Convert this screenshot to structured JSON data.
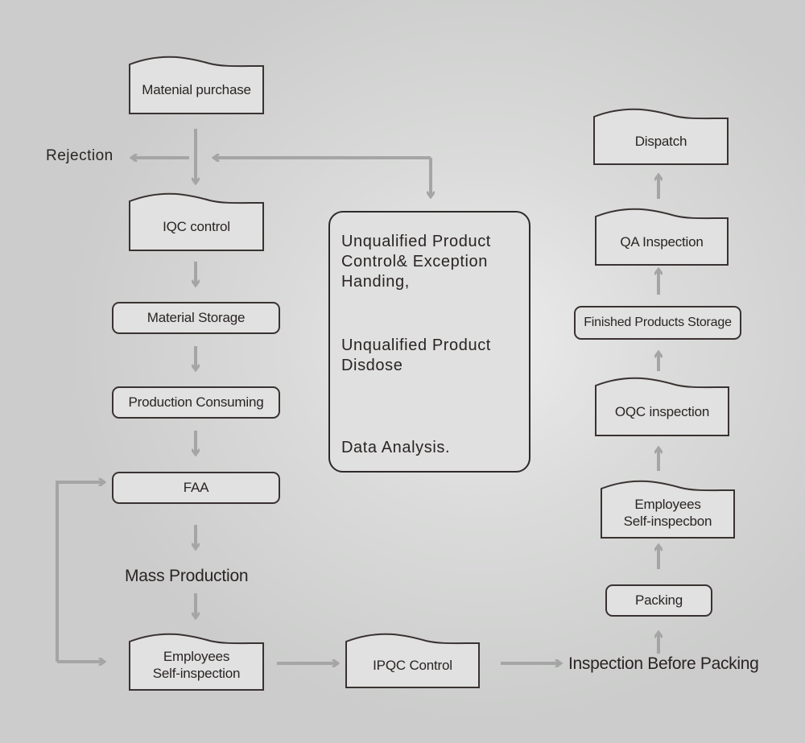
{
  "diagram": {
    "colors": {
      "arrow": "#a4a5a4",
      "box_fill": "#e0e1e0",
      "box_border": "#3a3232",
      "text": "#2a2424"
    },
    "left_column": {
      "material_purchase": "Matenial purchase",
      "rejection": "Rejection",
      "iqc_control": "IQC control",
      "material_storage": "Material Storage",
      "production_consuming": "Production Consuming",
      "faa": "FAA",
      "mass_production": "Mass Production",
      "employees_self_inspection": [
        "Employees",
        "Self-inspection"
      ]
    },
    "bottom_row": {
      "ipqc_control": "IPQC Control",
      "inspection_before_packing": "Inspection Before Packing"
    },
    "right_column": {
      "packing": "Packing",
      "employees_self_inspection": [
        "Employees",
        "Self-inspecbon"
      ],
      "oqc_inspection": "OQC inspection",
      "finished_products_storage": "Finished Products Storage",
      "qa_inspection": "QA Inspection",
      "dispatch": "Dispatch"
    },
    "center_box": {
      "paragraphs": [
        [
          "Unqualified Product",
          "Control& Exception",
          "Handing,"
        ],
        [
          "Unqualified Product",
          "Disdose"
        ],
        [
          "Data Analysis."
        ]
      ]
    }
  }
}
